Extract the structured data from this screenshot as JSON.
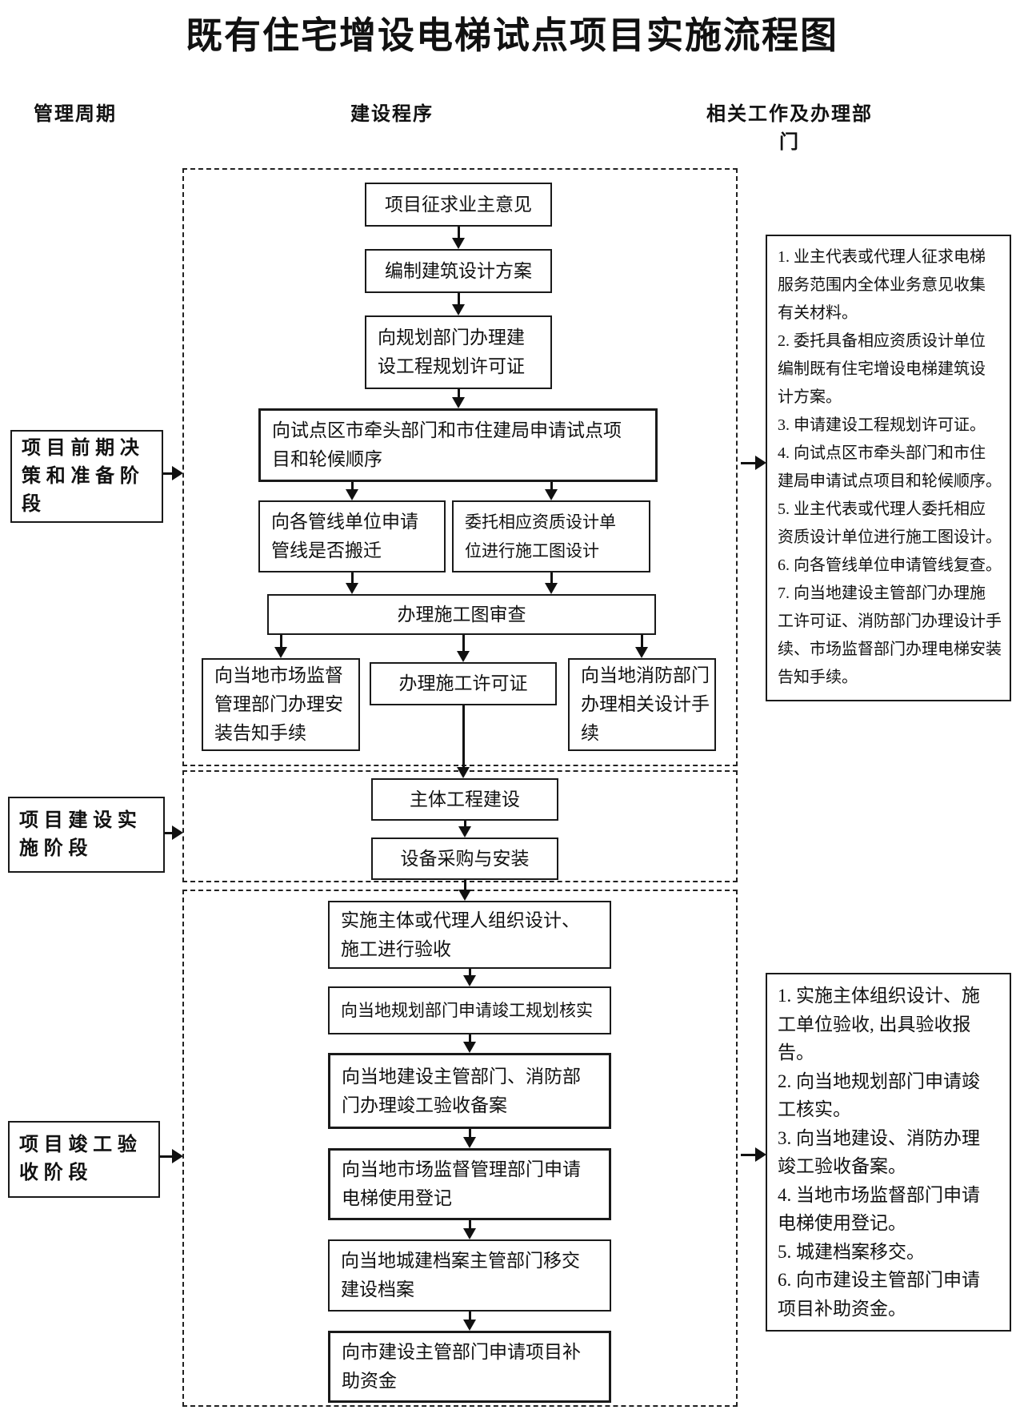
{
  "title": "既有住宅增设电梯试点项目实施流程图",
  "columns": {
    "left": "管理周期",
    "center": "建设程序",
    "right": "相关工作及办理部门"
  },
  "stages": {
    "s1": {
      "lines": [
        "项目前期决",
        "策和准备阶",
        "段"
      ]
    },
    "s2": {
      "lines": [
        "项目建设实",
        "施阶段"
      ]
    },
    "s3": {
      "lines": [
        "项目竣工验",
        "收阶段"
      ]
    }
  },
  "flow": {
    "b1": {
      "lines": [
        "项目征求业主意见"
      ]
    },
    "b2": {
      "lines": [
        "编制建筑设计方案"
      ]
    },
    "b3": {
      "lines": [
        "向规划部门办理建",
        "设工程规划许可证"
      ]
    },
    "b4": {
      "lines": [
        "向试点区市牵头部门和市住建局申请试点项",
        "目和轮候顺序"
      ]
    },
    "b5a": {
      "lines": [
        "向各管线单位申请",
        "管线是否搬迁"
      ]
    },
    "b5b": {
      "lines": [
        "委托相应资质设计单",
        "位进行施工图设计"
      ]
    },
    "b6": {
      "lines": [
        "办理施工图审查"
      ]
    },
    "b7a": {
      "lines": [
        "向当地市场监督",
        "管理部门办理安",
        "装告知手续"
      ]
    },
    "b7b": {
      "lines": [
        "办理施工许可证"
      ]
    },
    "b7c": {
      "lines": [
        "向当地消防部门",
        "办理相关设计手",
        "续"
      ]
    },
    "b8": {
      "lines": [
        "主体工程建设"
      ]
    },
    "b9": {
      "lines": [
        "设备采购与安装"
      ]
    },
    "b10": {
      "lines": [
        "实施主体或代理人组织设计、",
        "施工进行验收"
      ]
    },
    "b11": {
      "lines": [
        "向当地规划部门申请竣工规划核实"
      ]
    },
    "b12": {
      "lines": [
        "向当地建设主管部门、消防部",
        "门办理竣工验收备案"
      ]
    },
    "b13": {
      "lines": [
        "向当地市场监督管理部门申请",
        "电梯使用登记"
      ]
    },
    "b14": {
      "lines": [
        "向当地城建档案主管部门移交",
        "建设档案"
      ]
    },
    "b15": {
      "lines": [
        "向市建设主管部门申请项目补",
        "助资金"
      ]
    }
  },
  "notes": {
    "n1": {
      "lines": [
        "1. 业主代表或代理人征求电梯",
        "服务范围内全体业务意见收集",
        "有关材料。",
        "2. 委托具备相应资质设计单位",
        "编制既有住宅增设电梯建筑设",
        "计方案。",
        "3. 申请建设工程规划许可证。",
        "4. 向试点区市牵头部门和市住",
        "建局申请试点项目和轮候顺序。",
        "5. 业主代表或代理人委托相应",
        "资质设计单位进行施工图设计。",
        "6. 向各管线单位申请管线复查。",
        "7. 向当地建设主管部门办理施",
        "工许可证、消防部门办理设计手",
        "续、市场监督部门办理电梯安装",
        "告知手续。"
      ]
    },
    "n2": {
      "lines": [
        "1. 实施主体组织设计、施",
        "工单位验收, 出具验收报",
        "告。",
        "2. 向当地规划部门申请竣",
        "工核实。",
        "3. 向当地建设、消防办理",
        "竣工验收备案。",
        "4. 当地市场监督部门申请",
        "电梯使用登记。",
        "5. 城建档案移交。",
        "6. 向市建设主管部门申请",
        "项目补助资金。"
      ]
    }
  },
  "colors": {
    "ink": "#111111"
  }
}
